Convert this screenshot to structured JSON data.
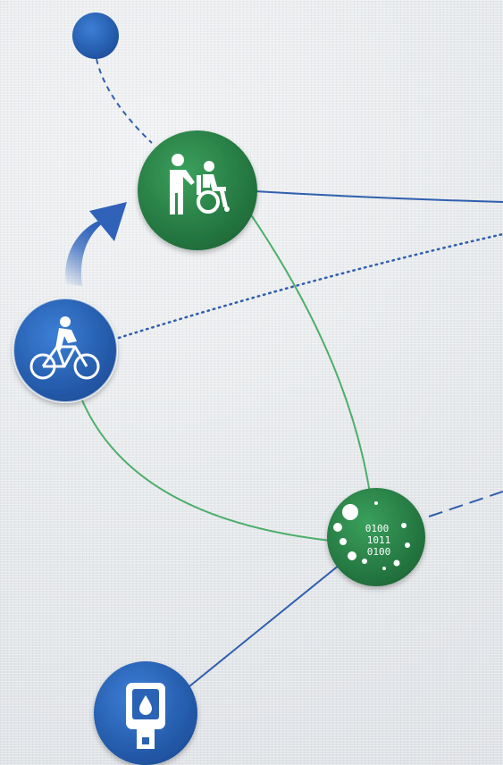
{
  "colors": {
    "green_node": "#2e8b4e",
    "green_node_dark": "#1f6e3a",
    "blue_node": "#2f6fc4",
    "blue_node_dark": "#1f54a0",
    "blue_line": "#2f5fae",
    "green_line": "#4caf6a",
    "arrow": "#3b6ec0",
    "icon_white": "#ffffff"
  },
  "nodes": {
    "small_dot": {
      "color": "blue_node"
    },
    "caregiver": {
      "icon": "caregiver-wheelchair-icon",
      "color": "green_node"
    },
    "cyclist": {
      "icon": "cyclist-icon",
      "color": "blue_node"
    },
    "data": {
      "icon": "binary-data-icon",
      "color": "green_node",
      "lines": [
        "0100",
        "1011",
        "0100"
      ]
    },
    "glucometer": {
      "icon": "glucometer-icon",
      "color": "blue_node"
    }
  }
}
